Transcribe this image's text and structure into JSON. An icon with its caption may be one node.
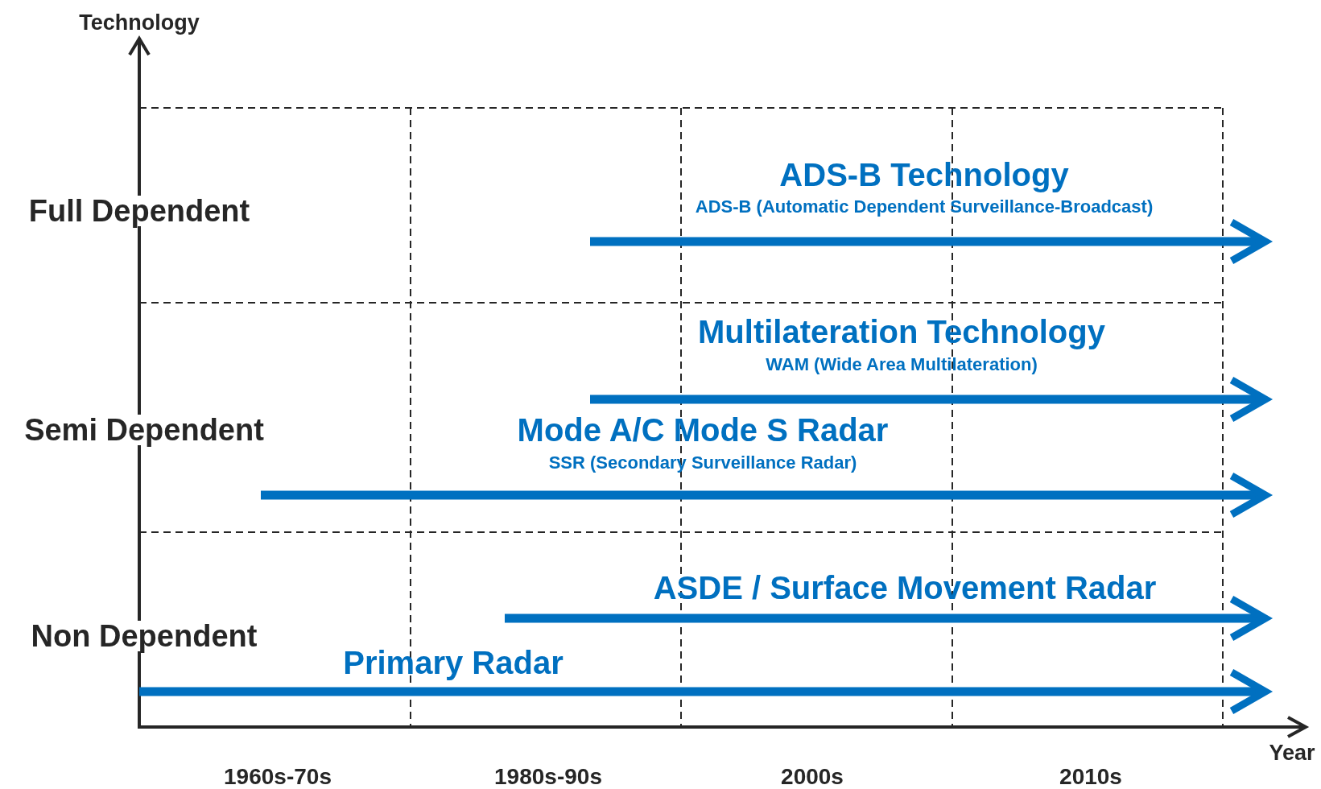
{
  "diagram": {
    "labels": [
      "Technology",
      "ADS-B Technology",
      "ADS-B (Automatic Dependent Surveillance-Broadcast)",
      "Full Dependent",
      "Multilateration Technology",
      "WAM (Wide Area Multilateration)",
      "Semi Dependent",
      "Mode A/C Mode S Radar",
      "SSR (Secondary Surveillance Radar)",
      "ASDE / Surface Movement Radar",
      "Non Dependent",
      "Primary Radar",
      "Year",
      "1960s-70s",
      "1980s-90s",
      "2000s",
      "2010s"
    ]
  }
}
